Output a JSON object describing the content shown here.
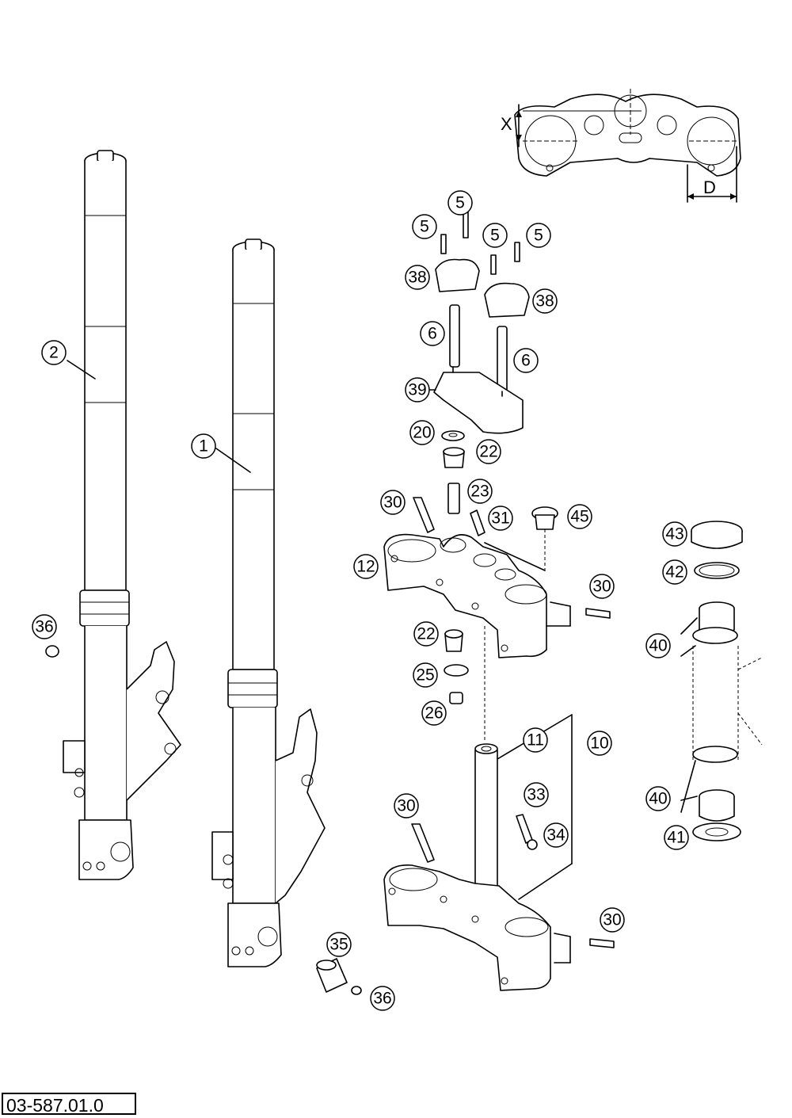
{
  "diagram": {
    "drawing_number": "03-587.01.0",
    "dimension_labels": {
      "x": "X",
      "d": "D"
    },
    "callouts": [
      "1",
      "2",
      "5",
      "5",
      "5",
      "5",
      "38",
      "38",
      "6",
      "6",
      "39",
      "20",
      "22",
      "23",
      "30",
      "31",
      "45",
      "12",
      "30",
      "22",
      "25",
      "26",
      "11",
      "10",
      "30",
      "33",
      "34",
      "30",
      "35",
      "36",
      "36",
      "43",
      "42",
      "40",
      "40",
      "41"
    ]
  }
}
